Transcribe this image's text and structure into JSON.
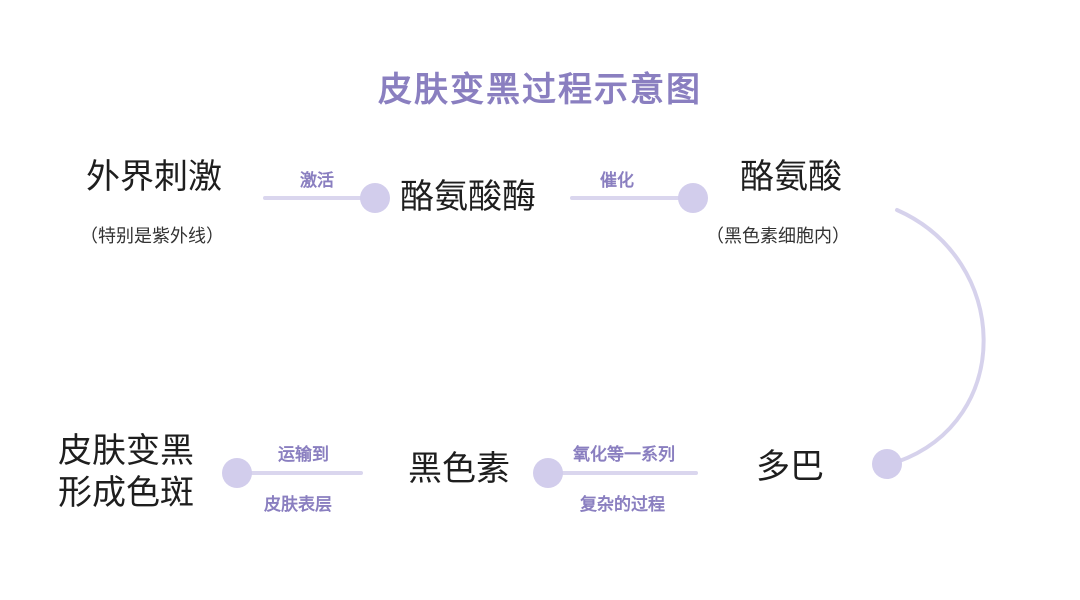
{
  "title": "皮肤变黑过程示意图",
  "colors": {
    "accent": "#8a7fc0",
    "line": "#dad6ee",
    "dot": "#d2cdec",
    "curve": "#d6d2ec"
  },
  "nodes": {
    "external_stimulus": "外界刺激",
    "external_stimulus_note": "（特别是紫外线）",
    "tyrosinase": "酪氨酸酶",
    "tyrosine": "酪氨酸",
    "tyrosine_note": "（黑色素细胞内）",
    "dopa": "多巴",
    "melanin": "黑色素",
    "result_line1": "皮肤变黑",
    "result_line2": "形成色斑"
  },
  "edges": {
    "activate": "激活",
    "catalyze": "催化",
    "oxidation_line1": "氧化等一系列",
    "oxidation_line2": "复杂的过程",
    "transport_line1": "运输到",
    "transport_line2": "皮肤表层"
  }
}
